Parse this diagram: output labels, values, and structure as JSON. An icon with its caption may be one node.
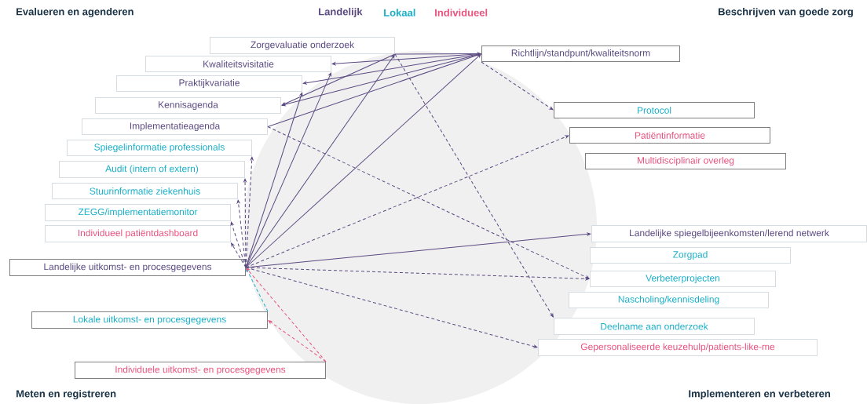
{
  "diagram": {
    "nodes": [
      {
        "text": [
          "Zorgevaluatie onderzoek"
        ]
      },
      {
        "text": [
          "Richtlijn/standpunt/kwaliteitsnorm"
        ]
      },
      {
        "text": [
          "Kwaliteitsvisitatie"
        ]
      },
      {
        "text": [
          "Praktijkvariatie"
        ]
      },
      {
        "text": [
          "Protocol"
        ]
      },
      {
        "text": [
          "Kennisagenda"
        ]
      },
      {
        "text": [
          "Implementatieagenda"
        ]
      },
      {
        "text": [
          "Patiëntinformatie"
        ]
      },
      {
        "text": [
          "Spiegelinformatie professionals"
        ]
      },
      {
        "text": [
          "Multidisciplinair overleg"
        ]
      },
      {
        "text": [
          "Audit (intern of extern)"
        ]
      },
      {
        "text": [
          "Stuurinformatie ziekenhuis"
        ]
      },
      {
        "text": [
          "ZEGG/implementatiemonitor"
        ]
      },
      {
        "text": [
          "Individueel patiëntdashboard"
        ]
      },
      {
        "text": [
          "Landelijke uitkomst- en procesgegevens"
        ]
      },
      {
        "text": [
          "Landelijke spiegelbijeenkomsten/lerend netwerk"
        ]
      },
      {
        "text": [
          "Zorgpad"
        ]
      },
      {
        "text": [
          "Verbeterprojecten"
        ]
      },
      {
        "text": [
          "Nascholing/kennisdeling"
        ]
      },
      {
        "text": [
          "Lokale uitkomst- en procesgegevens"
        ]
      },
      {
        "text": [
          "Deelname aan onderzoek"
        ]
      },
      {
        "text": [
          "Gepersonaliseerde keuzehulp/patients-like-me"
        ]
      },
      {
        "text": [
          "Individuele uitkomst- en procesgegevens"
        ]
      }
    ],
    "edges": [
      {
        "from": 0,
        "to": 1,
        "arrow": "to"
      },
      {
        "from": 1,
        "to": 2,
        "arrow": "to"
      },
      {
        "from": 1,
        "to": 3,
        "arrow": "to"
      },
      {
        "from": 1,
        "to": 5,
        "arrow": "to"
      },
      {
        "from": 6,
        "to": 1,
        "arrow": "to"
      },
      {
        "from": 0,
        "to": 5,
        "arrow": "to"
      },
      {
        "from": 14,
        "to": 0,
        "arrow": "to"
      },
      {
        "from": 14,
        "to": 2,
        "arrow": "to"
      },
      {
        "from": 14,
        "to": 3,
        "arrow": "to"
      },
      {
        "from": 14,
        "to": 1,
        "arrow": "to"
      },
      {
        "from": 1,
        "to": 4,
        "arrow": "to",
        "style": "dashed"
      },
      {
        "from": 0,
        "to": 20,
        "arrow": "to",
        "style": "dashed"
      },
      {
        "from": 6,
        "to": 17,
        "arrow": "to",
        "style": "dashed"
      },
      {
        "from": 14,
        "to": 8,
        "arrow": "to",
        "style": "dashed"
      },
      {
        "from": 14,
        "to": 10,
        "arrow": "to",
        "style": "dashed"
      },
      {
        "from": 14,
        "to": 11,
        "arrow": "to",
        "style": "dashed"
      },
      {
        "from": 14,
        "to": 12,
        "arrow": "to",
        "style": "dashed"
      },
      {
        "from": 14,
        "to": 13,
        "arrow": "to",
        "style": "dashed"
      },
      {
        "from": 14,
        "to": 7,
        "arrow": "to",
        "style": "dashed"
      },
      {
        "from": 14,
        "to": 15,
        "arrow": "to"
      },
      {
        "from": 14,
        "to": 17,
        "arrow": "to",
        "style": "dashed"
      },
      {
        "from": 14,
        "to": 21,
        "arrow": "to",
        "style": "dashed"
      },
      {
        "from": 19,
        "to": 14,
        "arrow": "to",
        "style": "dashed",
        "color": "#1ab0c8"
      },
      {
        "from": 22,
        "to": 14,
        "arrow": "to",
        "style": "dashed",
        "color": "#e8537f"
      },
      {
        "from": 22,
        "to": 19,
        "arrow": "to",
        "style": "dashed",
        "color": "#e8537f"
      }
    ],
    "labels": [
      "Evalueren en agenderen",
      "Beschrijven van goede zorg",
      "Meten en registreren",
      "Implementeren en verbeteren"
    ],
    "legend": [
      {
        "text": "Landelijk",
        "color": "#5b4a82"
      },
      {
        "text": "Lokaal",
        "color": "#1ab0c8"
      },
      {
        "text": "Individueel",
        "color": "#e8537f"
      }
    ]
  }
}
